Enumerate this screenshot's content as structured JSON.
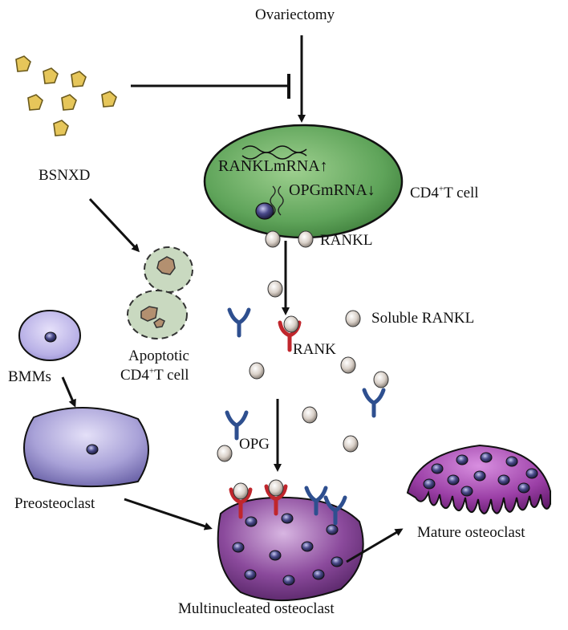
{
  "labels": {
    "ovariectomy": "Ovariectomy",
    "bsnxd": "BSNXD",
    "rankl_mrna": "RANKLmRNA↑",
    "opg_mrna": "OPGmRNA↓",
    "cd4_t_cell_prefix": "CD4",
    "cd4_superscript": "+",
    "cd4_t_cell_suffix": "T cell",
    "rankl": "RANKL",
    "soluble_rankl": "Soluble RANKL",
    "rank": "RANK",
    "apoptotic_line1": "Apoptotic",
    "apoptotic_line2_prefix": "CD4",
    "apoptotic_line2_superscript": "+",
    "apoptotic_line2_suffix": "T cell",
    "bmms": "BMMs",
    "opg": "OPG",
    "preosteoclast": "Preosteoclast",
    "multinucleated_osteoclast": "Multinucleated osteoclast",
    "mature_osteoclast": "Mature osteoclast"
  },
  "colors": {
    "t_cell_fill": "#5fa45a",
    "apoptotic_fill": "#c9d9c0",
    "bmm_fill": "#b8b0e6",
    "preosteoclast_fill": "#a9a2d8",
    "multinucleated_fill": "#8b4a9c",
    "mature_fill": "#9b3fa6",
    "rank_receptor": "#c0262c",
    "opg_receptor": "#3a5a99",
    "bsnxd_particle": "#e6c65a",
    "soluble_rankl": "#d9d0c8"
  }
}
